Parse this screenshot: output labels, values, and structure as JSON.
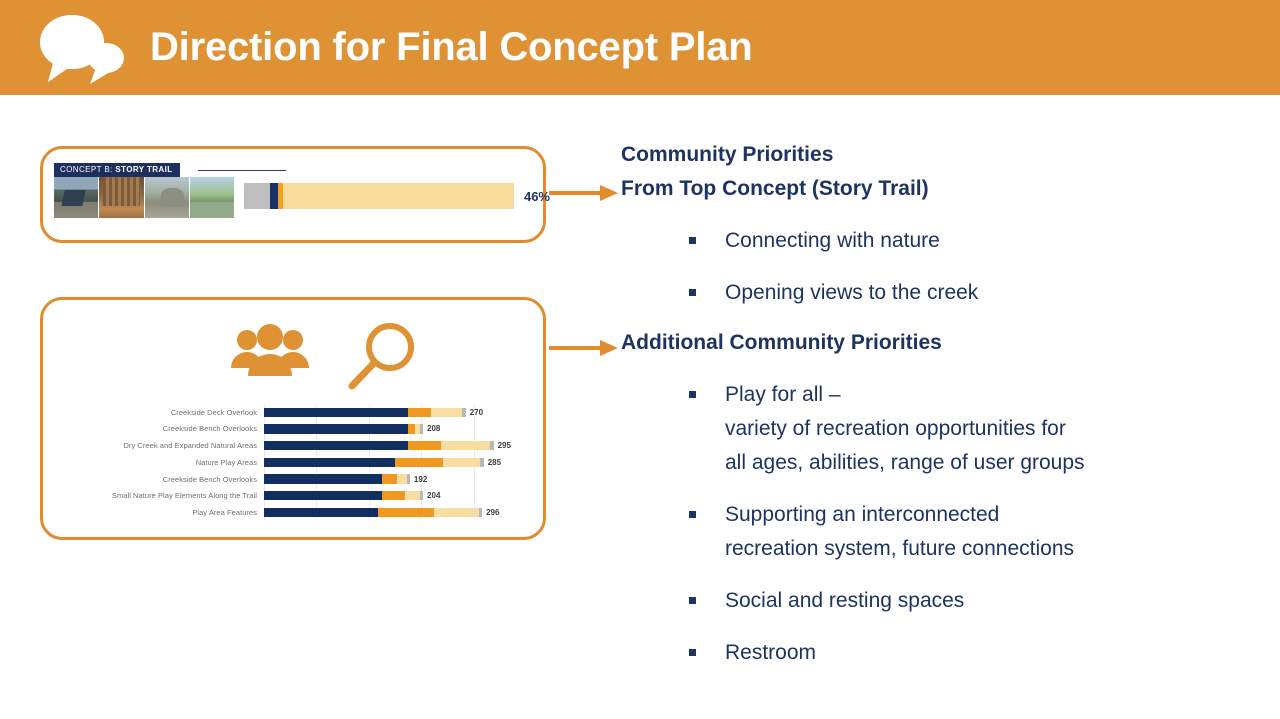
{
  "header": {
    "title": "Direction for Final Concept Plan",
    "icon": "speech-bubbles-icon",
    "background_color": "#DE9234"
  },
  "colors": {
    "navy": "#1D3461",
    "orange": "#E08B2D",
    "bar_navy": "#12305F",
    "bar_orange": "#F09820",
    "bar_light": "#F6DDA0",
    "bar_gray": "#BFBFBF"
  },
  "concept_card": {
    "label_prefix": "CONCEPT B:",
    "label_name": "STORY TRAIL",
    "photo_count": 4,
    "chart_data": {
      "type": "bar",
      "title": "Concept B: Story Trail preference share",
      "categories": [
        "Concept B: Story Trail"
      ],
      "values": [
        46
      ],
      "value_label": "46%",
      "stack_segments": [
        {
          "name": "gray",
          "percent": 9.5,
          "color": "#BFBFBF"
        },
        {
          "name": "navy",
          "percent": 3.0,
          "color": "#1C3268"
        },
        {
          "name": "orange",
          "percent": 1.8,
          "color": "#F5A01E"
        },
        {
          "name": "light",
          "percent": 85.7,
          "color": "#F7DC9B"
        }
      ],
      "xlabel": "",
      "ylabel": "",
      "grid": false
    }
  },
  "priorities_card": {
    "icons": [
      "people-group-icon",
      "magnifying-glass-icon"
    ],
    "chart_data": {
      "type": "bar",
      "orientation": "horizontal",
      "title": "Additional Community Priorities — response counts",
      "categories": [
        "Creekside Deck Overlook",
        "Creekside Bench Overlooks",
        "Dry Creek and Expanded Natural Areas",
        "Nature Play Areas",
        "Creekside Bench Overlooks",
        "Small Nature Play Elements Along the Trail",
        "Play Area Features"
      ],
      "values": [
        270,
        208,
        295,
        285,
        192,
        204,
        296
      ],
      "series": [
        {
          "name": "navy",
          "color": "#12305F",
          "values": [
            176,
            176,
            176,
            160,
            144,
            144,
            139
          ]
        },
        {
          "name": "orange",
          "color": "#F09820",
          "values": [
            28,
            8,
            40,
            58,
            18,
            28,
            68
          ]
        },
        {
          "name": "light",
          "color": "#F6DDA0",
          "values": [
            38,
            6,
            60,
            46,
            12,
            18,
            55
          ]
        },
        {
          "name": "gray",
          "color": "#B8B8B8",
          "values": [
            4,
            4,
            4,
            4,
            4,
            4,
            4
          ]
        }
      ],
      "xlabel": "",
      "ylabel": "",
      "xlim": [
        0,
        320
      ],
      "grid": true,
      "legend": "none"
    }
  },
  "right_column": {
    "heading_1_line_1": "Community Priorities",
    "heading_1_line_2": "From Top Concept (Story Trail)",
    "bullets_1": [
      "Connecting with nature",
      "Opening views to the creek"
    ],
    "heading_2": "Additional Community Priorities",
    "bullets_2": [
      "Play for all –\nvariety of recreation opportunities for\nall ages, abilities, range of user groups",
      "Supporting an interconnected\nrecreation system, future connections",
      "Social and resting spaces",
      "Restroom"
    ]
  }
}
